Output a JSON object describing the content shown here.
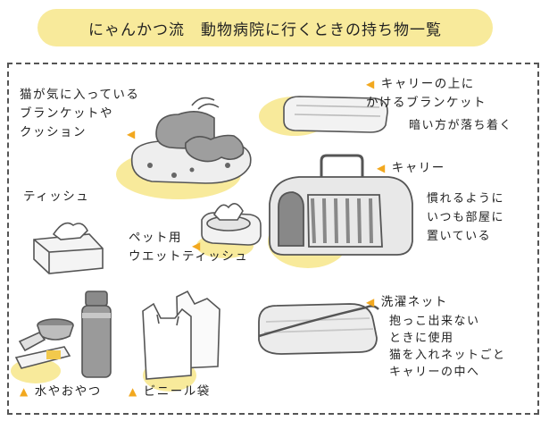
{
  "title": "にゃんかつ流　動物病院に行くときの持ち物一覧",
  "colors": {
    "accent": "#f2a81f",
    "highlight": "#f8ea9b",
    "line": "#555555"
  },
  "marker_icon": "triangle-icon",
  "items": {
    "cushion": {
      "label": "猫が気に入っている\nブランケットや\nクッション"
    },
    "blanket": {
      "label": "キャリーの上に\nかけるブランケット",
      "note": "暗い方が落ち着く"
    },
    "carrier": {
      "label": "キャリー",
      "note": "慣れるように\nいつも部屋に\n置いている"
    },
    "tissue": {
      "label": "ティッシュ"
    },
    "wet_tissue": {
      "label": "ペット用\nウエットティッシュ"
    },
    "laundry_net": {
      "label": "洗濯ネット",
      "note": "抱っこ出来ない\nときに使用\n猫を入れネットごと\nキャリーの中へ"
    },
    "water_snacks": {
      "label": "水やおやつ"
    },
    "plastic_bag": {
      "label": "ビニール袋"
    }
  }
}
